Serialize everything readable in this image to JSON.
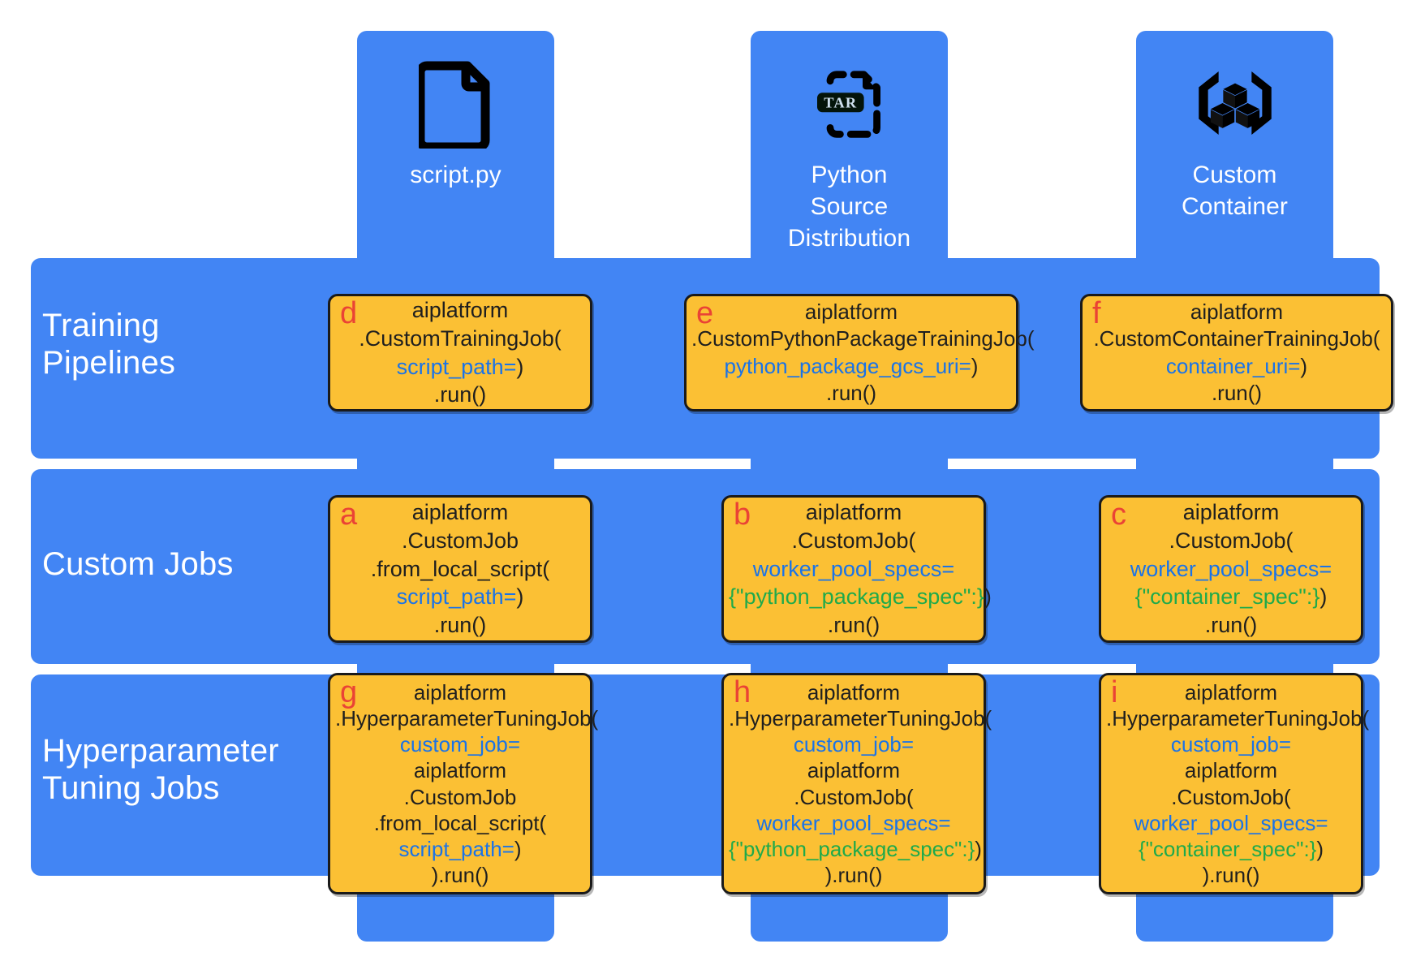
{
  "diagram": {
    "title": "Vertex AI custom training options matrix",
    "colors": {
      "band": "#4285f4",
      "card": "#fbc034",
      "card_border": "#1a1a1a",
      "letter": "#ea4335",
      "keyword": "#1a73e8",
      "spec": "#1faa4b",
      "text": "#1f1f1f",
      "background": "#ffffff"
    }
  },
  "columns": [
    {
      "id": "script",
      "icon": "file-document-icon",
      "label": "script.py"
    },
    {
      "id": "sdist",
      "icon": "tar-file-icon",
      "label": "Python\nSource\nDistribution"
    },
    {
      "id": "container",
      "icon": "custom-container-icon",
      "label": "Custom\nContainer"
    }
  ],
  "rows": [
    {
      "id": "training-pipelines",
      "label": "Training\nPipelines"
    },
    {
      "id": "custom-jobs",
      "label": "Custom Jobs"
    },
    {
      "id": "hyperparameter-tuning-jobs",
      "label": "Hyperparameter\nTuning Jobs"
    }
  ],
  "cards": {
    "a": {
      "letter": "a",
      "lines": [
        [
          {
            "t": "aiplatform",
            "c": "bk"
          }
        ],
        [
          {
            "t": ".CustomJob",
            "c": "bk"
          }
        ],
        [
          {
            "t": ".from_local_script(",
            "c": "bk"
          }
        ],
        [
          {
            "t": "script_path=",
            "c": "kw"
          },
          {
            "t": ")",
            "c": "bk"
          }
        ],
        [
          {
            "t": ".run()",
            "c": "bk"
          }
        ]
      ]
    },
    "b": {
      "letter": "b",
      "lines": [
        [
          {
            "t": "aiplatform",
            "c": "bk"
          }
        ],
        [
          {
            "t": ".CustomJob(",
            "c": "bk"
          }
        ],
        [
          {
            "t": "worker_pool_specs=",
            "c": "kw"
          }
        ],
        [
          {
            "t": "{\"python_package_spec\":}",
            "c": "sp"
          },
          {
            "t": ")",
            "c": "bk"
          }
        ],
        [
          {
            "t": ".run()",
            "c": "bk"
          }
        ]
      ]
    },
    "c": {
      "letter": "c",
      "lines": [
        [
          {
            "t": "aiplatform",
            "c": "bk"
          }
        ],
        [
          {
            "t": ".CustomJob(",
            "c": "bk"
          }
        ],
        [
          {
            "t": "worker_pool_specs=",
            "c": "kw"
          }
        ],
        [
          {
            "t": "{\"container_spec\":}",
            "c": "sp"
          },
          {
            "t": ")",
            "c": "bk"
          }
        ],
        [
          {
            "t": ".run()",
            "c": "bk"
          }
        ]
      ]
    },
    "d": {
      "letter": "d",
      "lines": [
        [
          {
            "t": "aiplatform",
            "c": "bk"
          }
        ],
        [
          {
            "t": ".CustomTrainingJob(",
            "c": "bk"
          }
        ],
        [
          {
            "t": "script_path=",
            "c": "kw"
          },
          {
            "t": ")",
            "c": "bk"
          }
        ],
        [
          {
            "t": ".run()",
            "c": "bk"
          }
        ]
      ]
    },
    "e": {
      "letter": "e",
      "lines": [
        [
          {
            "t": "aiplatform",
            "c": "bk"
          }
        ],
        [
          {
            "t": ".CustomPythonPackageTrainingJob(",
            "c": "bk"
          }
        ],
        [
          {
            "t": "python_package_gcs_uri=",
            "c": "kw"
          },
          {
            "t": ")",
            "c": "bk"
          }
        ],
        [
          {
            "t": ".run()",
            "c": "bk"
          }
        ]
      ]
    },
    "f": {
      "letter": "f",
      "lines": [
        [
          {
            "t": "aiplatform",
            "c": "bk"
          }
        ],
        [
          {
            "t": ".CustomContainerTrainingJob(",
            "c": "bk"
          }
        ],
        [
          {
            "t": "container_uri=",
            "c": "kw"
          },
          {
            "t": ")",
            "c": "bk"
          }
        ],
        [
          {
            "t": ".run()",
            "c": "bk"
          }
        ]
      ]
    },
    "g": {
      "letter": "g",
      "lines": [
        [
          {
            "t": "aiplatform",
            "c": "bk"
          }
        ],
        [
          {
            "t": ".HyperparameterTuningJob(",
            "c": "bk"
          }
        ],
        [
          {
            "t": "custom_job=",
            "c": "kw"
          }
        ],
        [
          {
            "t": "aiplatform",
            "c": "bk"
          }
        ],
        [
          {
            "t": ".CustomJob",
            "c": "bk"
          }
        ],
        [
          {
            "t": ".from_local_script(",
            "c": "bk"
          }
        ],
        [
          {
            "t": "script_path=",
            "c": "kw"
          },
          {
            "t": ")",
            "c": "bk"
          }
        ],
        [
          {
            "t": ").run()",
            "c": "bk"
          }
        ]
      ]
    },
    "h": {
      "letter": "h",
      "lines": [
        [
          {
            "t": "aiplatform",
            "c": "bk"
          }
        ],
        [
          {
            "t": ".HyperparameterTuningJob(",
            "c": "bk"
          }
        ],
        [
          {
            "t": "custom_job=",
            "c": "kw"
          }
        ],
        [
          {
            "t": "aiplatform",
            "c": "bk"
          }
        ],
        [
          {
            "t": ".CustomJob(",
            "c": "bk"
          }
        ],
        [
          {
            "t": "worker_pool_specs=",
            "c": "kw"
          }
        ],
        [
          {
            "t": "{\"python_package_spec\":}",
            "c": "sp"
          },
          {
            "t": ")",
            "c": "bk"
          }
        ],
        [
          {
            "t": ").run()",
            "c": "bk"
          }
        ]
      ]
    },
    "i": {
      "letter": "i",
      "lines": [
        [
          {
            "t": "aiplatform",
            "c": "bk"
          }
        ],
        [
          {
            "t": ".HyperparameterTuningJob(",
            "c": "bk"
          }
        ],
        [
          {
            "t": "custom_job=",
            "c": "kw"
          }
        ],
        [
          {
            "t": "aiplatform",
            "c": "bk"
          }
        ],
        [
          {
            "t": ".CustomJob(",
            "c": "bk"
          }
        ],
        [
          {
            "t": "worker_pool_specs=",
            "c": "kw"
          }
        ],
        [
          {
            "t": "{\"container_spec\":}",
            "c": "sp"
          },
          {
            "t": ")",
            "c": "bk"
          }
        ],
        [
          {
            "t": ").run()",
            "c": "bk"
          }
        ]
      ]
    }
  }
}
